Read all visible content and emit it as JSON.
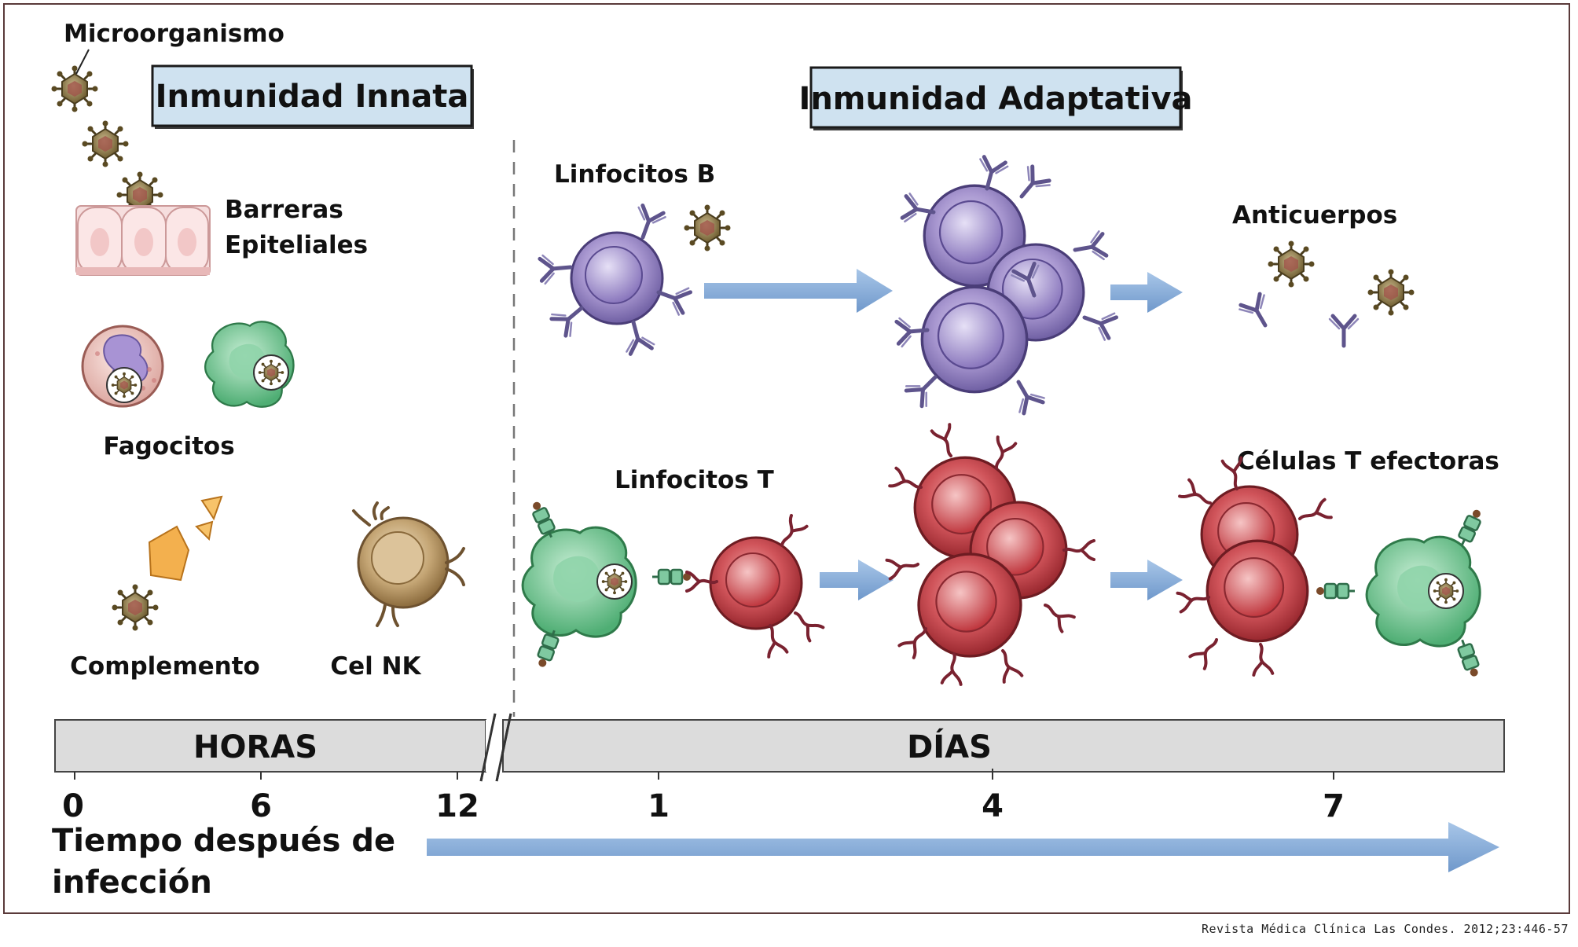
{
  "labels": {
    "microorganism": "Microorganismo",
    "innate_title": "Inmunidad Innata",
    "adaptive_title": "Inmunidad Adaptativa",
    "barriers_line1": "Barreras",
    "barriers_line2": "Epiteliales",
    "phagocytes": "Fagocitos",
    "complement": "Complemento",
    "nk_cell": "Cel NK",
    "b_lymphocytes": "Linfocitos B",
    "antibodies": "Anticuerpos",
    "t_lymphocytes": "Linfocitos T",
    "effector_t_cells": "Células T efectoras"
  },
  "timeline": {
    "hours_label": "HORAS",
    "days_label": "DÍAS",
    "ticks": [
      "0",
      "6",
      "12",
      "1",
      "4",
      "7"
    ],
    "axis_title_line1": "Tiempo después de",
    "axis_title_line2": "infección"
  },
  "credit": "Revista Médica Clínica Las Condes. 2012;23:446-57",
  "colors": {
    "title_box_fill": "#cfe2f0",
    "timeline_fill": "#dcdcdc",
    "arrow_blue": "#7fa7d6",
    "b_cell": "#9a8ac4",
    "t_cell": "#c9444b",
    "apc_green": "#6cc28e",
    "nk_cell": "#b89a6c",
    "virus": "#8a7a4e",
    "epithelium": "#f4d6d6",
    "complement": "#f3b04e"
  }
}
